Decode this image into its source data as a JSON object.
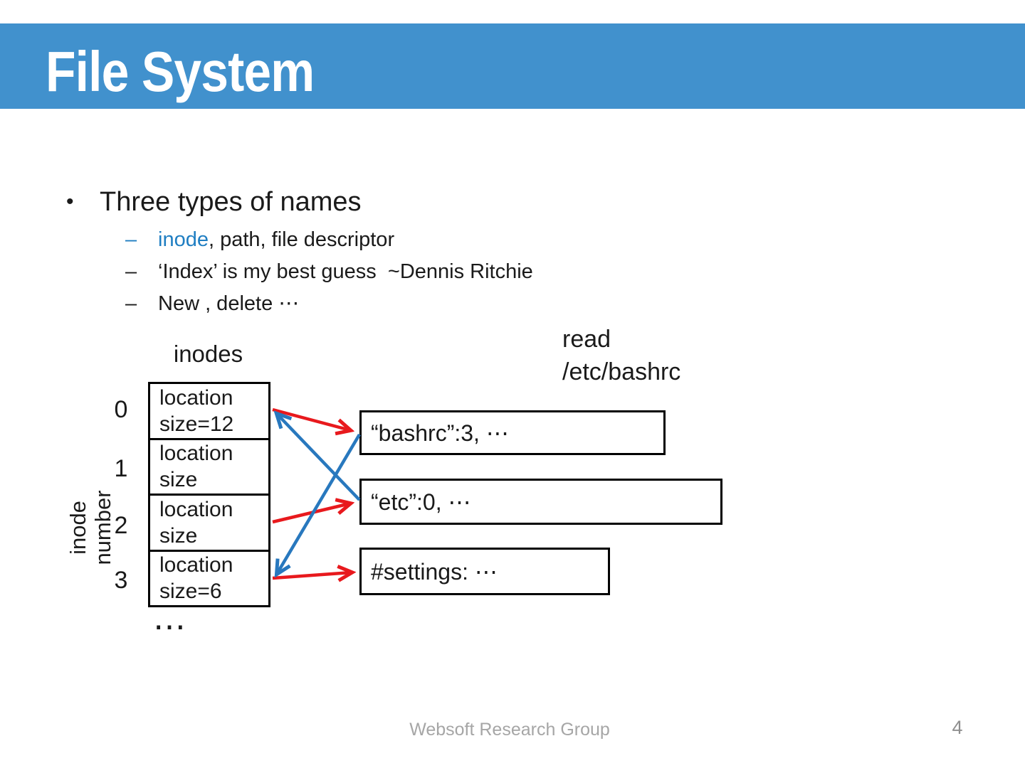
{
  "slide": {
    "title": "File System",
    "footer": "Websoft Research Group",
    "page_number": "4"
  },
  "bullets": {
    "marker": "•",
    "main": "Three types of names",
    "sub": [
      {
        "dash": "–",
        "highlight": "inode",
        "rest": ", path, file descriptor"
      },
      {
        "dash": "–",
        "highlight": "",
        "rest": "‘Index’ is my best guess  ~Dennis Ritchie"
      },
      {
        "dash": "–",
        "highlight": "",
        "rest": "New , delete ⋯"
      }
    ]
  },
  "diagram": {
    "inodes_label": "inodes",
    "read_label": "read\n/etc/bashrc",
    "axis_label_line1": "inode",
    "axis_label_line2": "number",
    "table_rows": [
      {
        "index": "0",
        "line1": "location",
        "line2": "size=12"
      },
      {
        "index": "1",
        "line1": "location",
        "line2": "size"
      },
      {
        "index": "2",
        "line1": "location",
        "line2": "size"
      },
      {
        "index": "3",
        "line1": "location",
        "line2": "size=6"
      }
    ],
    "ellipsis": "⋯",
    "blocks": [
      {
        "text": "“bashrc”:3, ⋯"
      },
      {
        "text": "“etc”:0, ⋯"
      },
      {
        "text": "#settings: ⋯"
      }
    ]
  },
  "colors": {
    "header_blue": "#4191cd",
    "text_blue": "#1f7ec2",
    "arrow_red": "#e8191d",
    "arrow_blue": "#2878be",
    "footer_gray": "#a6a6a6"
  }
}
